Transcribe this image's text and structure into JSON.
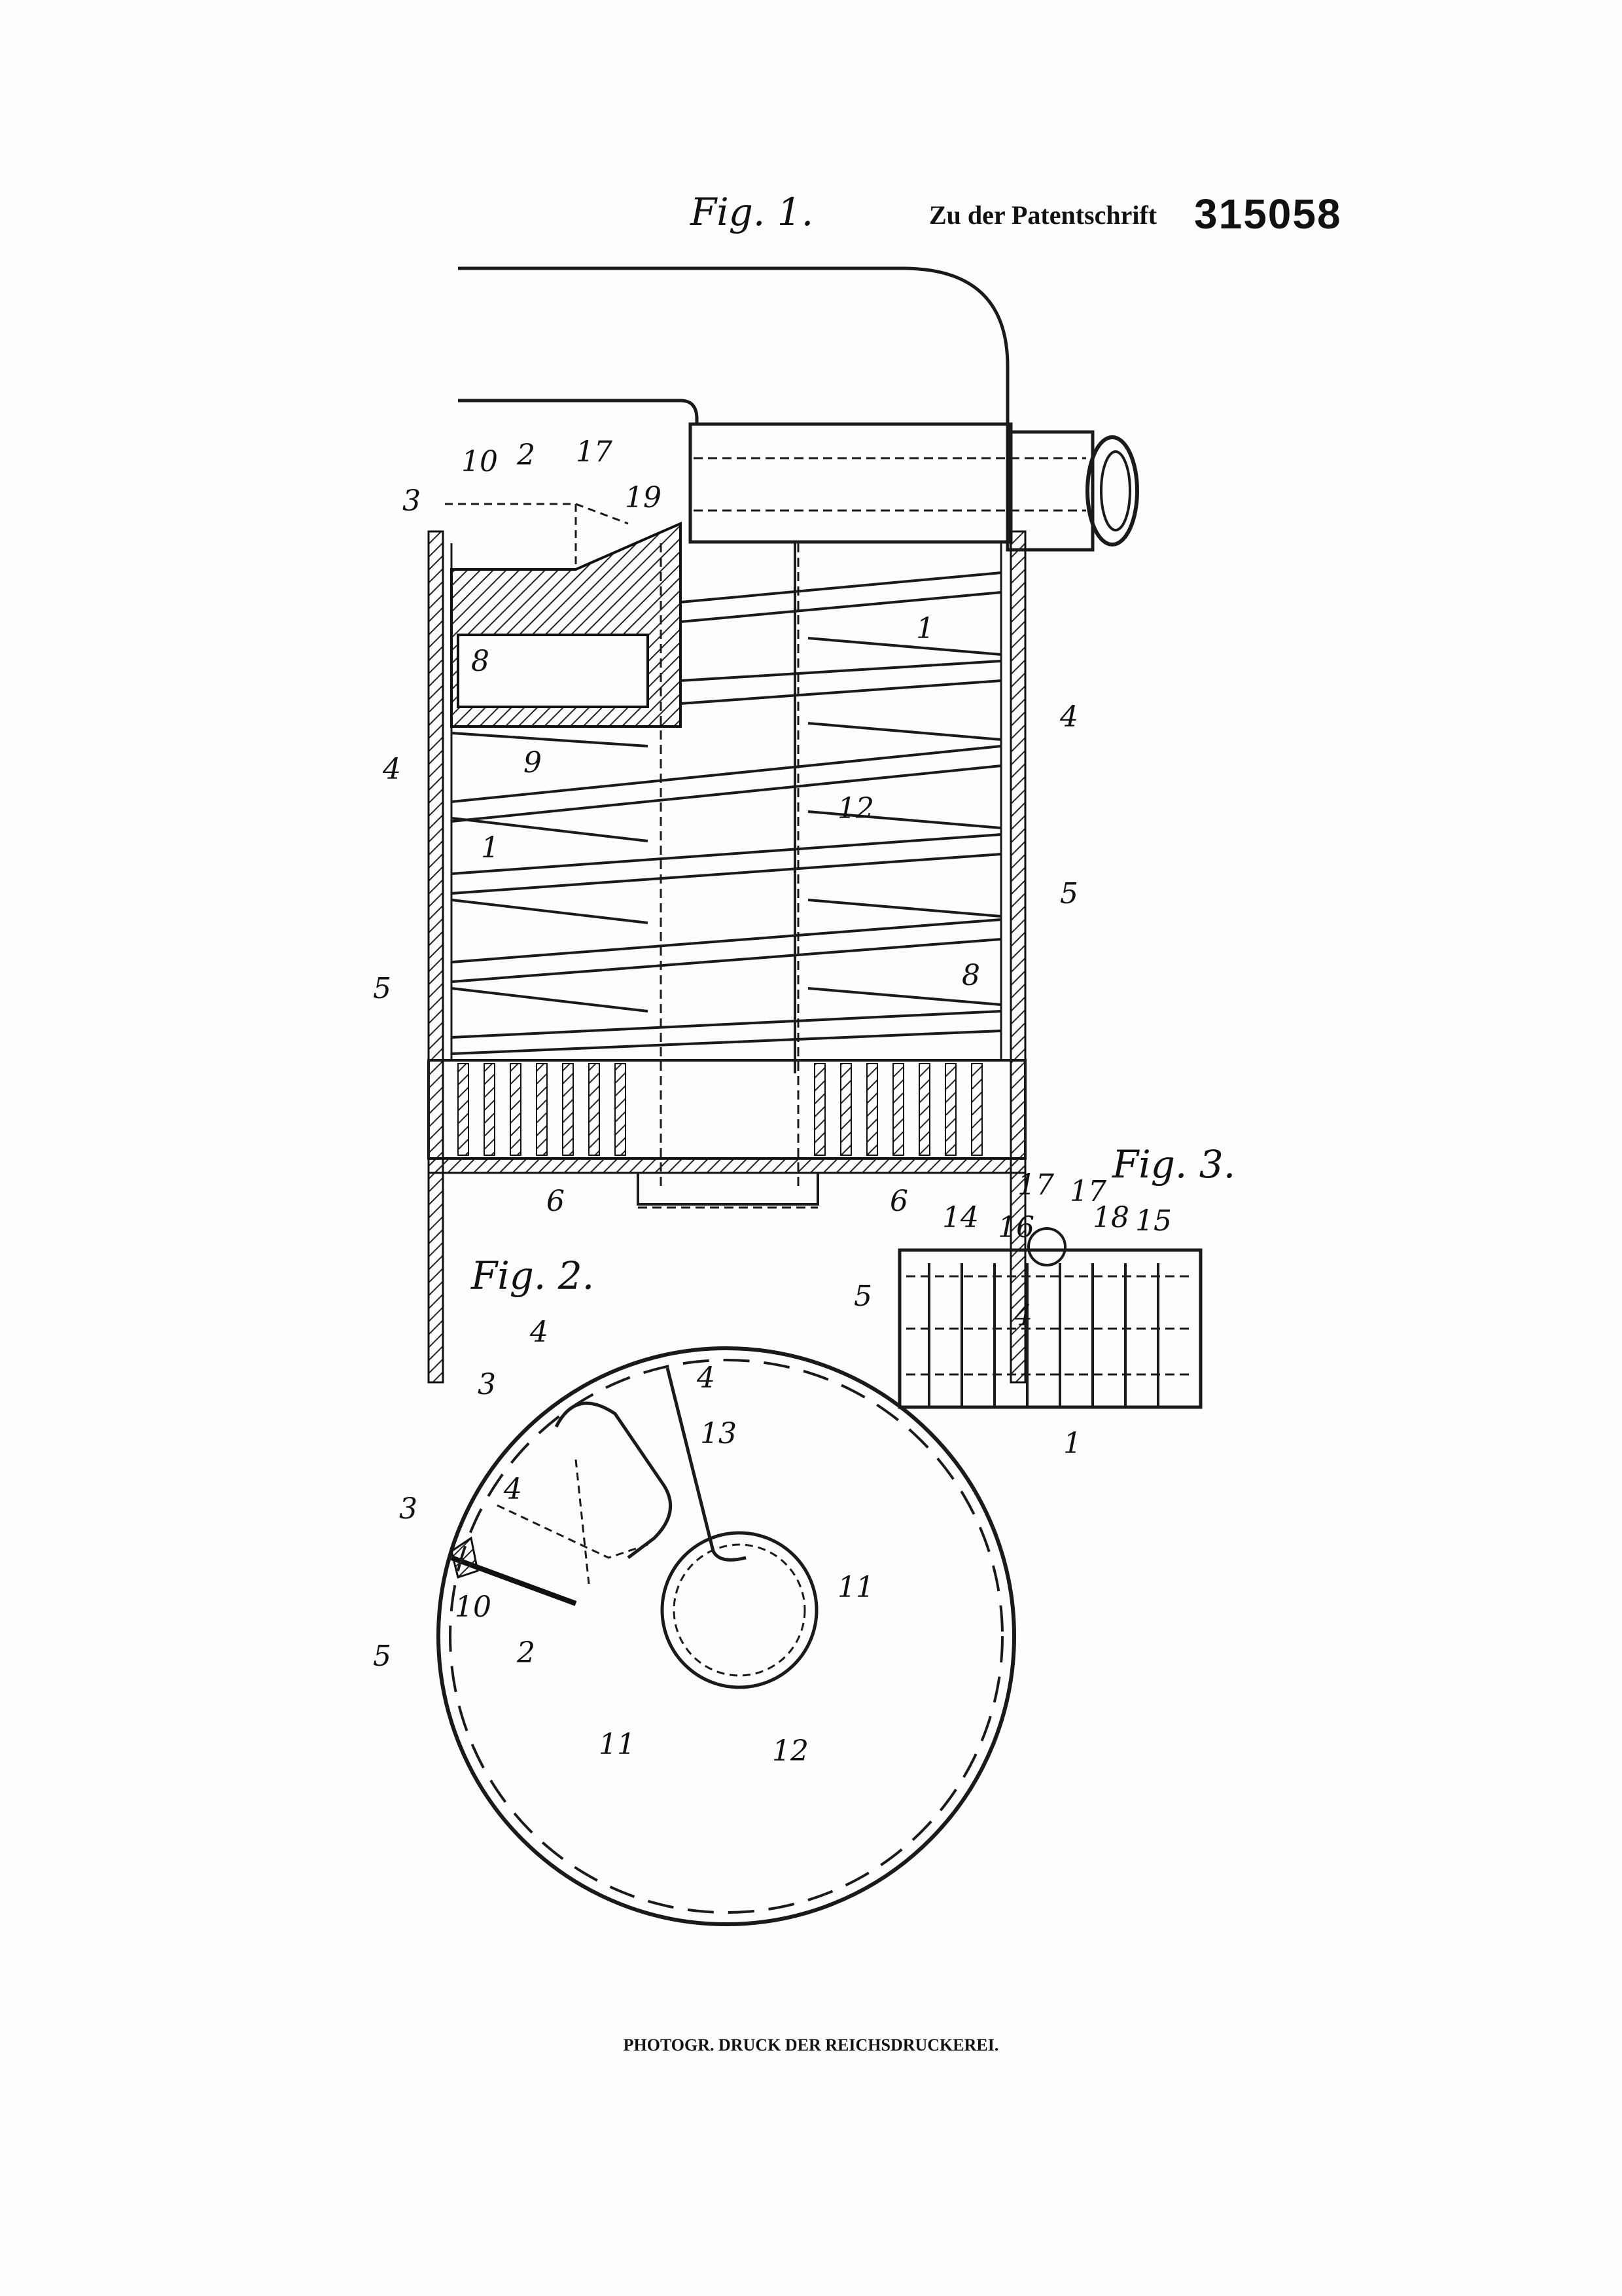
{
  "header": {
    "figure_1_label": "Fig. 1.",
    "patent_prefix": "Zu der Patentschrift",
    "patent_number": "315058"
  },
  "figure_labels": {
    "fig2": "Fig. 2.",
    "fig3": "Fig. 3."
  },
  "reference_numerals": {
    "fig1": [
      "10",
      "2",
      "17",
      "3",
      "19",
      "8",
      "1",
      "4",
      "4",
      "9",
      "12",
      "1",
      "5",
      "5",
      "8",
      "6",
      "6"
    ],
    "fig2": [
      "4",
      "4",
      "3",
      "13",
      "4",
      "3",
      "10",
      "2",
      "5",
      "11",
      "11",
      "12"
    ],
    "fig3": [
      "17",
      "17",
      "14",
      "16",
      "18",
      "15",
      "5",
      "4",
      "1"
    ]
  },
  "footer": {
    "printer_note": "PHOTOGR. DRUCK DER REICHSDRUCKEREI."
  }
}
